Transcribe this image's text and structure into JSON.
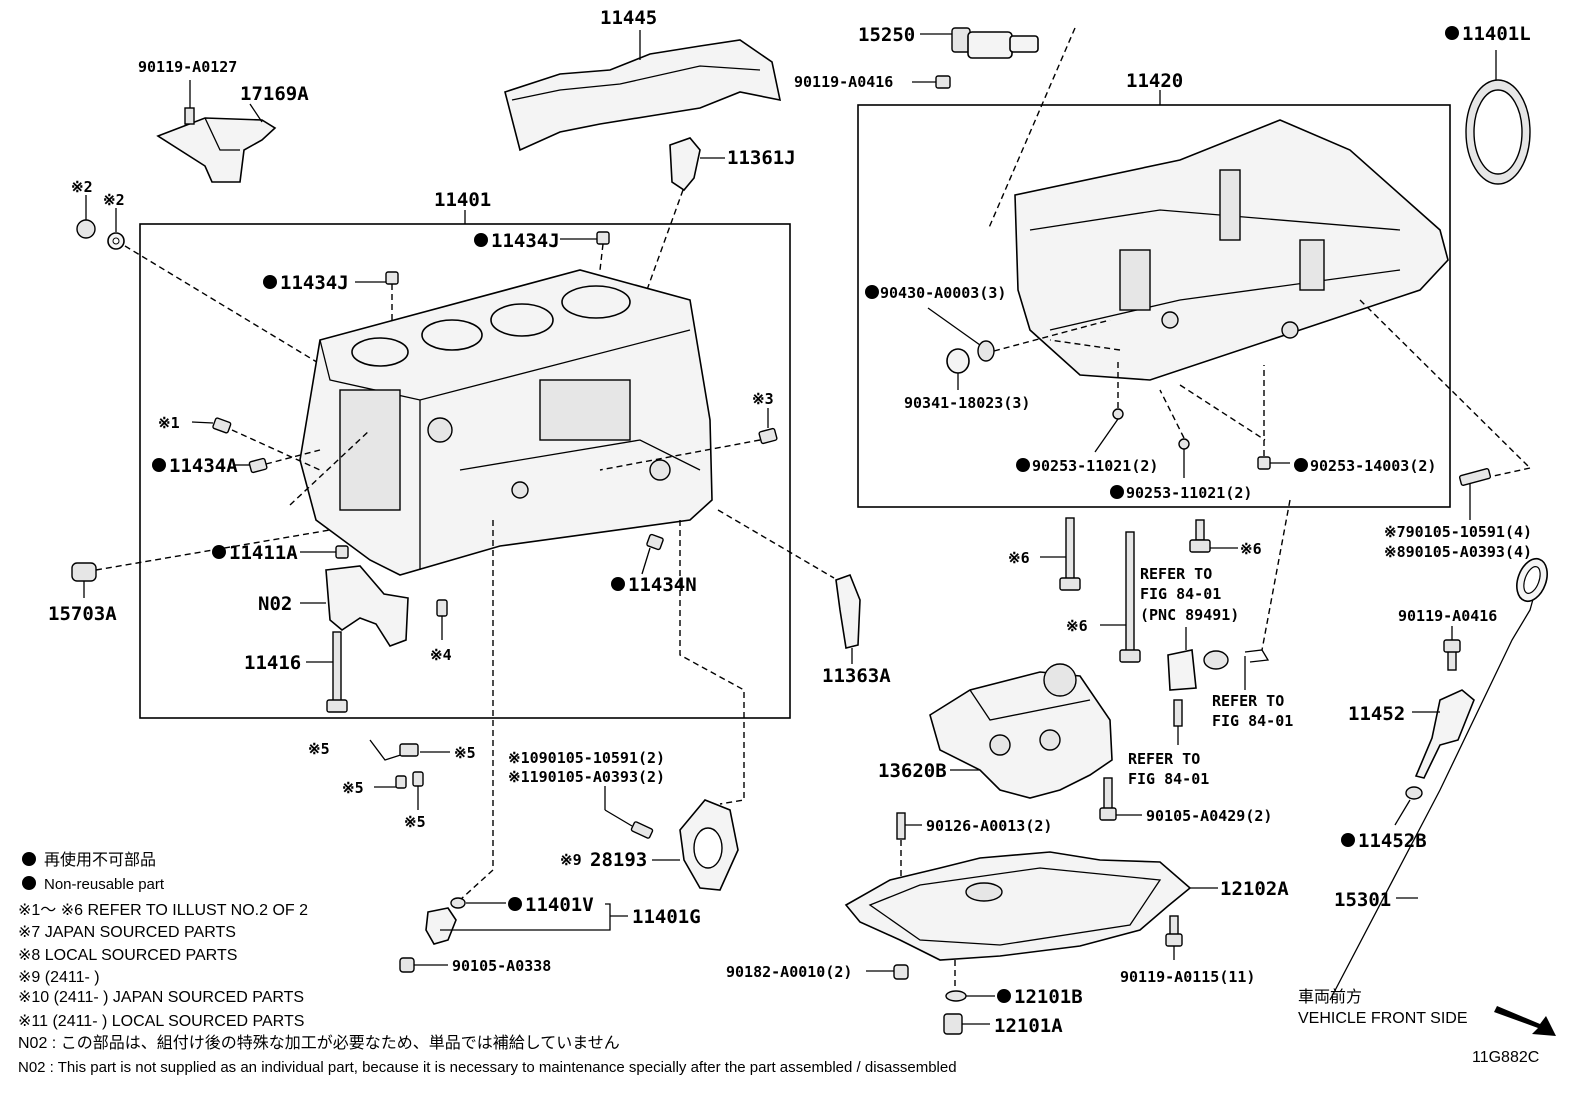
{
  "parts": {
    "p_90119_A0127": "90119-A0127",
    "p_17169A": "17169A",
    "p_11445": "11445",
    "p_11361J": "11361J",
    "p_15250": "15250",
    "p_90119_A0416_top": "90119-A0416",
    "p_11420": "11420",
    "p_11401L": "11401L",
    "p_x2a": "※2",
    "p_x2b": "※2",
    "p_11401": "11401",
    "p_11434J_a": "11434J",
    "p_11434J_b": "11434J",
    "p_x1": "※1",
    "p_11434A": "11434A",
    "p_x3": "※3",
    "p_11411A": "11411A",
    "p_15703A": "15703A",
    "p_N02": "N02",
    "p_11434N": "11434N",
    "p_x4": "※4",
    "p_11416": "11416",
    "p_11363A": "11363A",
    "p_90430": "90430-A0003(3)",
    "p_90341": "90341-18023(3)",
    "p_90253_a": "90253-11021(2)",
    "p_90253_b": "90253-11021(2)",
    "p_90253_c": "90253-14003(2)",
    "p_x7_90105": "※790105-10591(4)",
    "p_x8_90105": "※890105-A0393(4)",
    "p_x6a": "※6",
    "p_x6b": "※6",
    "p_x6c": "※6",
    "p_refer1": "REFER TO",
    "p_refer1b": "FIG 84-01",
    "p_refer1c": "(PNC 89491)",
    "p_refer2": "REFER TO",
    "p_refer2b": "FIG 84-01",
    "p_refer3": "REFER TO",
    "p_refer3b": "FIG 84-01",
    "p_90119_A0416_r": "90119-A0416",
    "p_11452": "11452",
    "p_11452B": "11452B",
    "p_15301": "15301",
    "p_13620B": "13620B",
    "p_90105_A0429": "90105-A0429(2)",
    "p_90126": "90126-A0013(2)",
    "p_12102A": "12102A",
    "p_90119_A0115": "90119-A0115(11)",
    "p_90182": "90182-A0010(2)",
    "p_12101B": "12101B",
    "p_12101A": "12101A",
    "p_x5a": "※5",
    "p_x5b": "※5",
    "p_x5c": "※5",
    "p_x5d": "※5",
    "p_x10": "※1090105-10591(2)",
    "p_x11": "※1190105-A0393(2)",
    "p_x9": "※9",
    "p_28193": "28193",
    "p_11401V": "11401V",
    "p_11401G": "11401G",
    "p_90105_A0338": "90105-A0338"
  },
  "legend": {
    "jp_nonreuse": "再使用不可部品",
    "en_nonreuse": "Non-reusable part",
    "n1_6": "※1～ ※6 REFER TO ILLUST NO.2 OF 2",
    "n7": "※7 JAPAN SOURCED PARTS",
    "n8": "※8 LOCAL SOURCED PARTS",
    "n9": "※9 (2411-        )",
    "n10": "※10 (2411-        ) JAPAN SOURCED PARTS",
    "n11": "※11 (2411-        ) LOCAL SOURCED PARTS",
    "n02_jp": "N02 : この部品は、組付け後の特殊な加工が必要なため、単品では補給していません",
    "n02_en": "N02 : This part is not supplied as an individual part, because it is necessary to maintenance specially after the part assembled / disassembled"
  },
  "front": {
    "jp": "車両前方",
    "en": "VEHICLE FRONT SIDE"
  },
  "figure_code": "11G882C"
}
